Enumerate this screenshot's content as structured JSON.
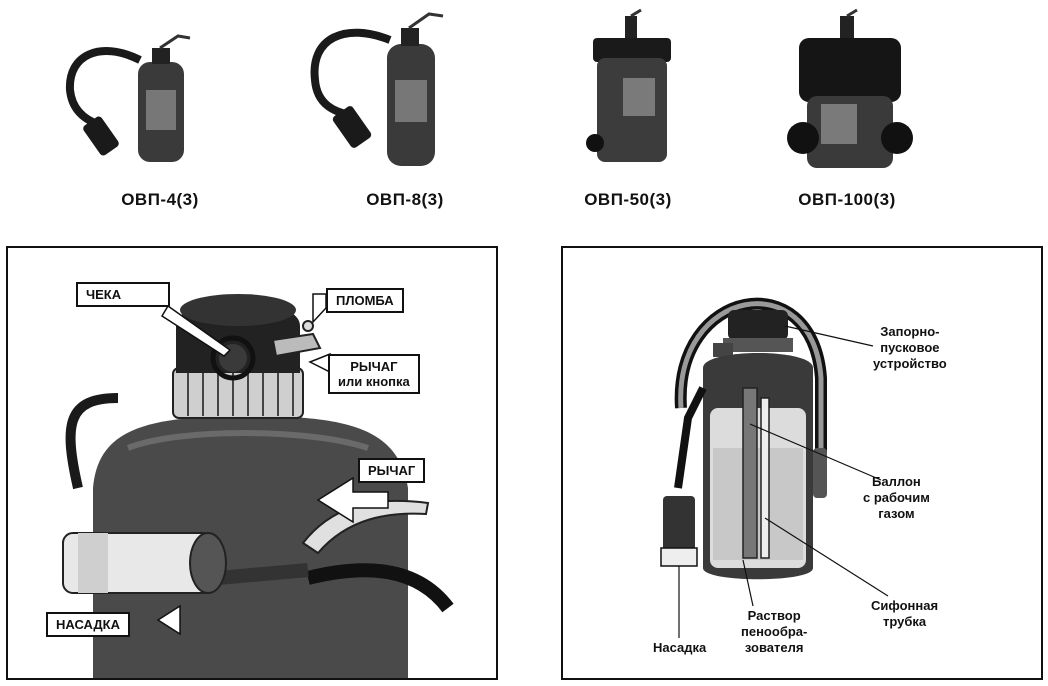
{
  "models": [
    {
      "label": "ОВП-4(3)"
    },
    {
      "label": "ОВП-8(3)"
    },
    {
      "label": "ОВП-50(3)"
    },
    {
      "label": "ОВП-100(3)"
    }
  ],
  "left_panel": {
    "callouts": {
      "cheka": "ЧЕКА",
      "plomba": "ПЛОМБА",
      "lever_or_button_line1": "РЫЧАГ",
      "lever_or_button_line2": "или кнопка",
      "lever": "РЫЧАГ",
      "nozzle": "НАСАДКА"
    }
  },
  "right_panel": {
    "labels": {
      "valve_line1": "Запорно-",
      "valve_line2": "пусковое",
      "valve_line3": "устройство",
      "gas_line1": "Баллон",
      "gas_line2": "с рабочим",
      "gas_line3": "газом",
      "siphon_line1": "Сифонная",
      "siphon_line2": "трубка",
      "solution_line1": "Раствор",
      "solution_line2": "пенообра-",
      "solution_line3": "зователя",
      "nozzle": "Насадка"
    }
  },
  "colors": {
    "ink": "#111111",
    "dark_body": "#2a2a2a",
    "mid_body": "#4a4a4a",
    "light_fill": "#d8d8d8"
  }
}
